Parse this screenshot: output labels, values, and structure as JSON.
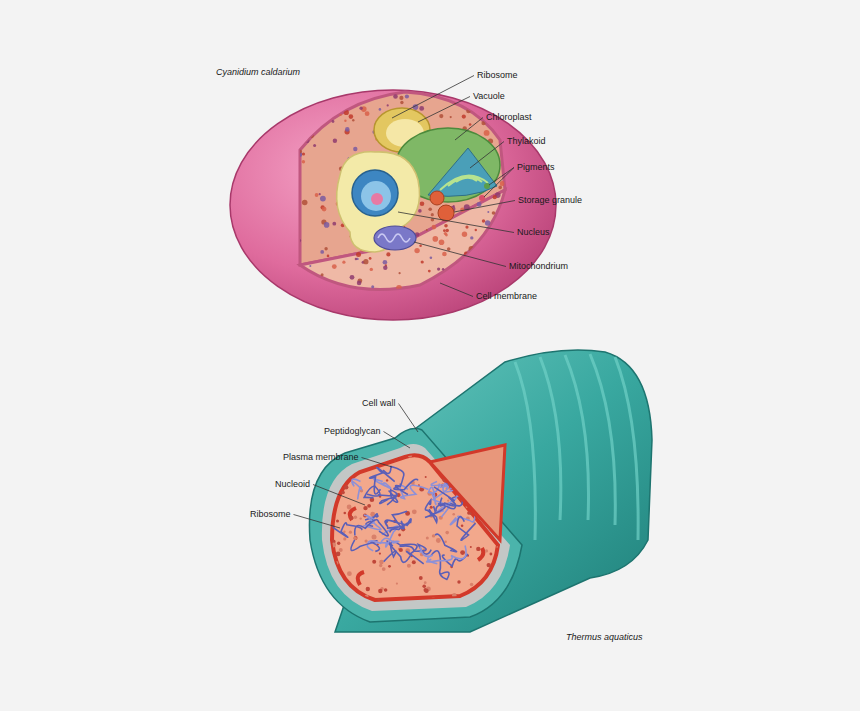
{
  "diagram": {
    "labels": [
      "Cyanidium caldarium",
      "Ribosome",
      "Vacuole",
      "Chloroplast",
      "Thylakoid",
      "Pigments",
      "Storage granule",
      "Nucleus",
      "Mitochondrium",
      "Cell membrane",
      "Cell wall",
      "Peptidoglycan",
      "Plasma membrane",
      "Nucleoid",
      "Ribosome",
      "Thermus aquaticus"
    ]
  }
}
